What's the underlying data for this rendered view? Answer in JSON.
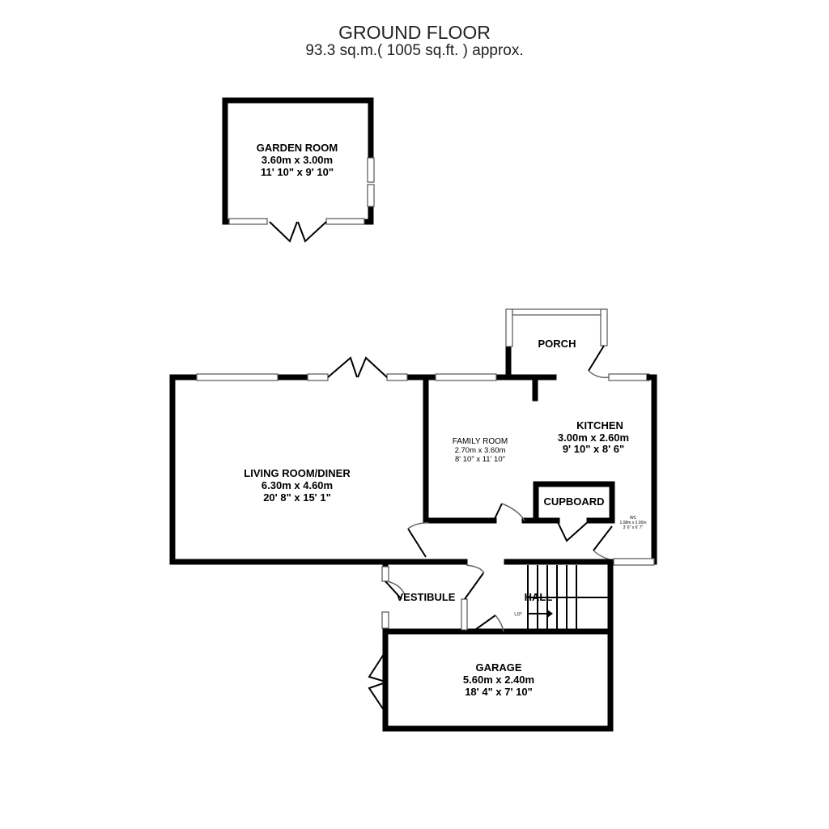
{
  "header": {
    "title": "GROUND FLOOR",
    "area": "93.3 sq.m.( 1005 sq.ft. ) approx."
  },
  "rooms": {
    "garden_room": {
      "name": "GARDEN ROOM",
      "metric": "3.60m  x 3.00m",
      "imperial": "11' 10\"  x 9' 10\""
    },
    "porch": {
      "name": "PORCH"
    },
    "kitchen": {
      "name": "KITCHEN",
      "metric": "3.00m  x 2.60m",
      "imperial": "9' 10\"  x 8' 6\""
    },
    "family_room": {
      "name": "FAMILY ROOM",
      "metric": "2.70m  x 3.60m",
      "imperial": "8' 10\"  x 11' 10\""
    },
    "living_room": {
      "name": "LIVING ROOM/DINER",
      "metric": "6.30m  x 4.60m",
      "imperial": "20' 8\"  x 15' 1\""
    },
    "cupboard": {
      "name": "CUPBOARD"
    },
    "wc": {
      "name": "WC",
      "metric": "1.08m  x 2.00m",
      "imperial": "3' 6\"  x 6' 7\""
    },
    "vestibule": {
      "name": "VESTIBULE"
    },
    "hall": {
      "name": "HALL",
      "stairs": "UP"
    },
    "garage": {
      "name": "GARAGE",
      "metric": "5.60m  x 2.40m",
      "imperial": "18' 4\"  x 7' 10\""
    }
  }
}
